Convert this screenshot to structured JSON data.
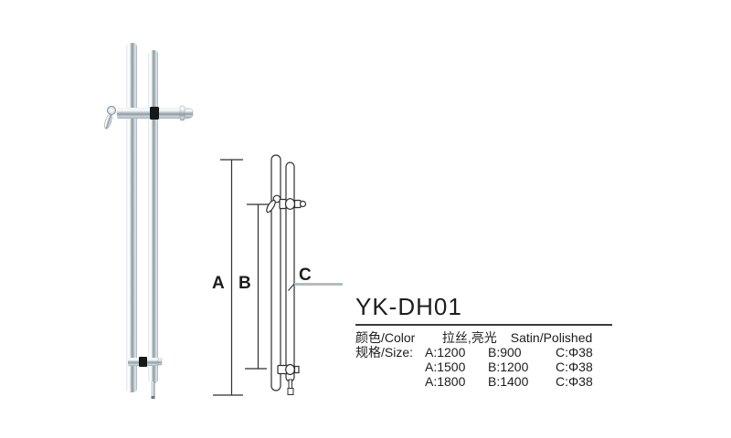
{
  "product": {
    "model": "YK-DH01",
    "color_label": "颜色/Color",
    "color_value": "拉丝,亮光",
    "finish_value": "Satin/Polished",
    "size_label": "规格/Size:",
    "size_rows": [
      {
        "a": "A:1200",
        "b": "B:900",
        "c": "C:Φ38"
      },
      {
        "a": "A:1500",
        "b": "B:1200",
        "c": "C:Φ38"
      },
      {
        "a": "A:1800",
        "b": "B:1400",
        "c": "C:Φ38"
      }
    ]
  },
  "diagram": {
    "label_a": "A",
    "label_b": "B",
    "label_c": "C"
  },
  "colors": {
    "background": "#ffffff",
    "outline": "#2f2f2f",
    "text": "#1d1d1d",
    "steel_highlight": "#f8fafb",
    "steel_mid": "#aab5bd",
    "steel_shadow": "#8c98a0",
    "lock_band": "#16191b",
    "leader_gray": "#b3bcc1"
  }
}
